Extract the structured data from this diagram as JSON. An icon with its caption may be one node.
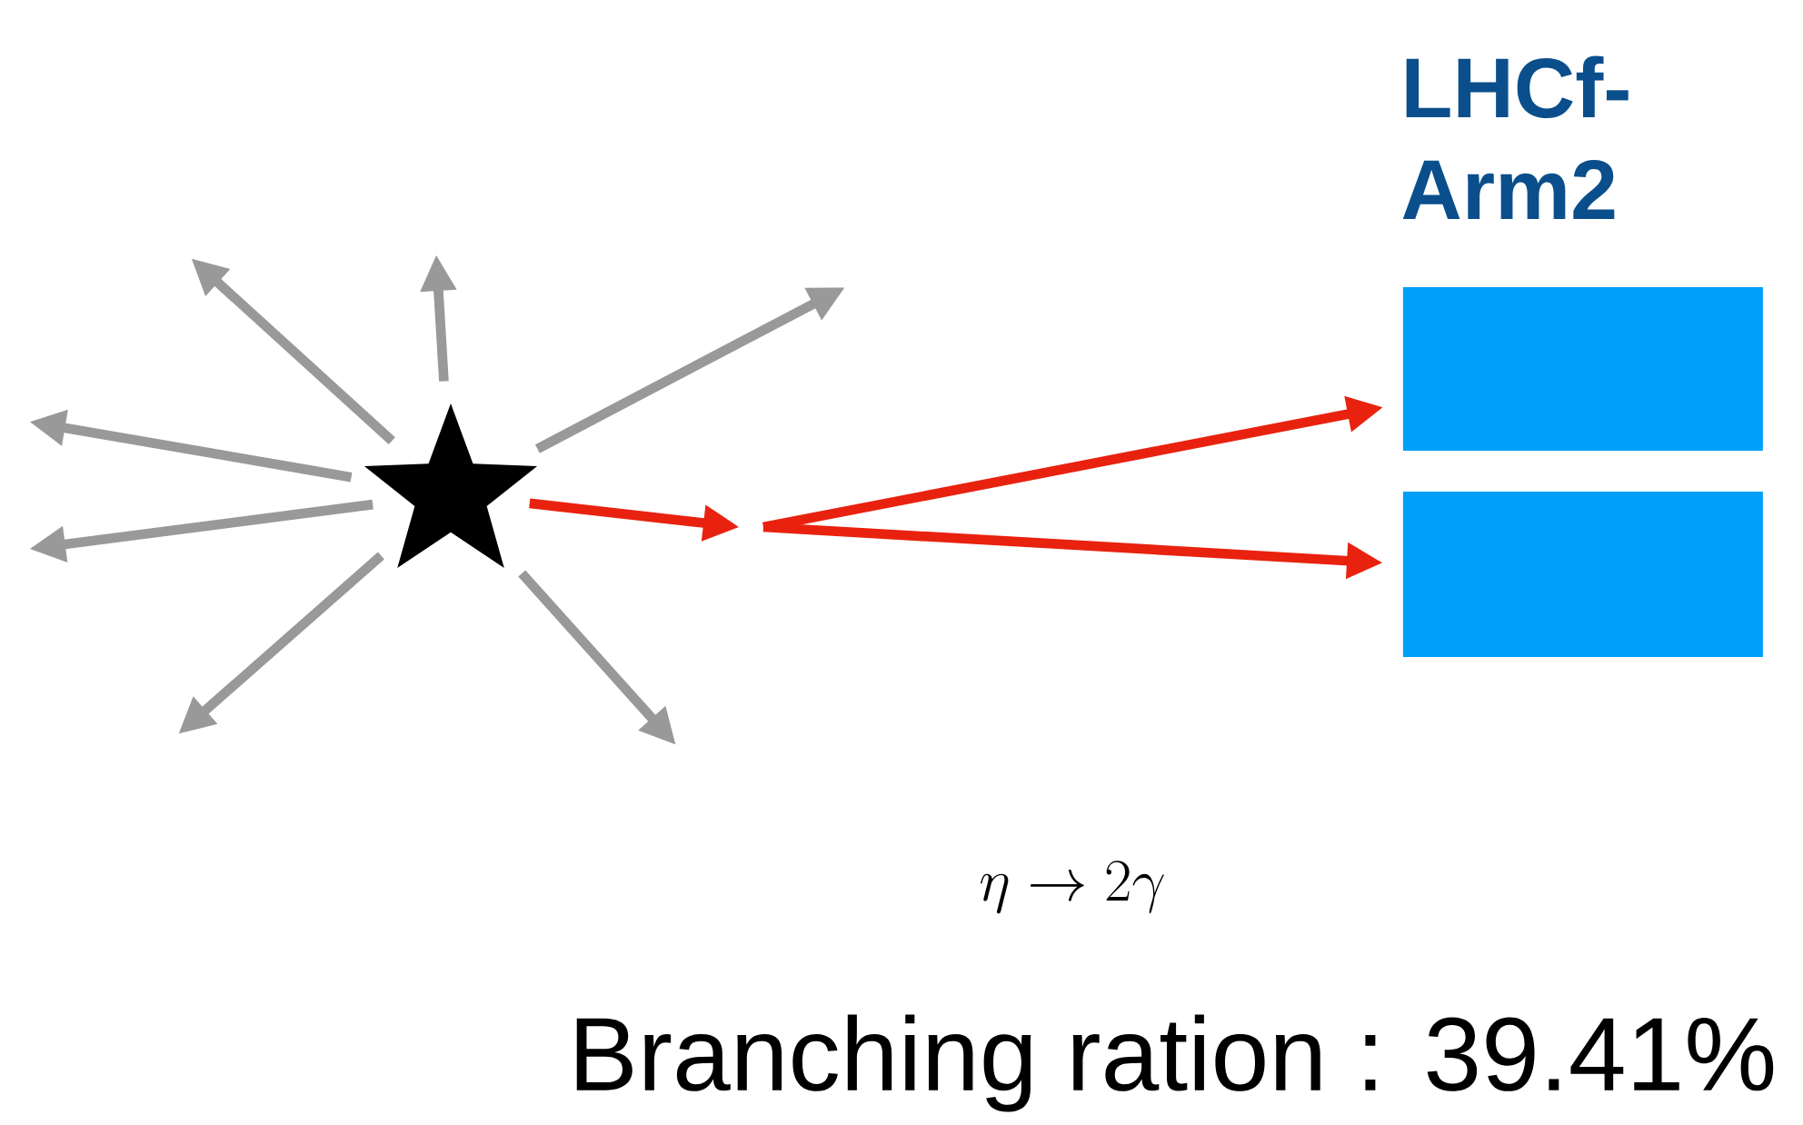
{
  "diagram": {
    "nodes": [
      {
        "text": [],
        "shape": "star"
      },
      {
        "text": [],
        "shape": "box"
      },
      {
        "text": [],
        "shape": "box"
      }
    ],
    "edges": [
      {
        "from": 0,
        "to": null,
        "arrow": "to"
      },
      {
        "from": 0,
        "to": null,
        "arrow": "to"
      },
      {
        "from": 0,
        "to": null,
        "arrow": "to"
      },
      {
        "from": 0,
        "to": null,
        "arrow": "to"
      },
      {
        "from": 0,
        "to": null,
        "arrow": "to"
      },
      {
        "from": 0,
        "to": null,
        "arrow": "to"
      },
      {
        "from": 0,
        "to": null,
        "arrow": "to"
      },
      {
        "from": 0,
        "to": null,
        "arrow": "to",
        "color": "#e8220f"
      },
      {
        "from": null,
        "to": 1,
        "arrow": "to",
        "color": "#e8220f"
      },
      {
        "from": null,
        "to": 2,
        "arrow": "to",
        "color": "#e8220f"
      }
    ],
    "labels": [
      "LHCf- Arm2",
      "\\eta \\rightarrow 2\\gamma",
      "Branching ration : 39.41%"
    ]
  }
}
